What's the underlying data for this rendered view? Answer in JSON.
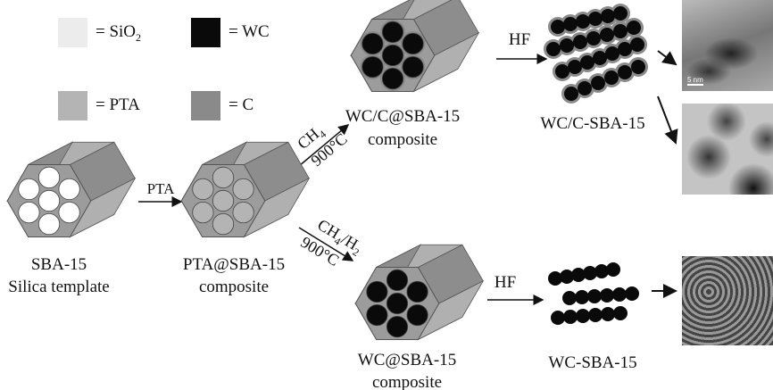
{
  "legend": [
    {
      "label": "= SiO",
      "sub": "2",
      "color": "#ececec"
    },
    {
      "label": "= WC",
      "sub": "",
      "color": "#0a0a0a"
    },
    {
      "label": "= PTA",
      "sub": "",
      "color": "#b4b4b4"
    },
    {
      "label": "= C",
      "sub": "",
      "color": "#8a8a8a"
    }
  ],
  "steps": {
    "pta_arrow": "PTA",
    "ch4": {
      "main": "CH",
      "sub": "4",
      "temp": "900°C"
    },
    "ch4h2": {
      "main": "CH",
      "sub1": "4",
      "mid": "/H",
      "sub2": "2",
      "temp": "900°C"
    },
    "hf_top": "HF",
    "hf_bottom": "HF"
  },
  "materials": {
    "sba15": {
      "line1": "SBA-15",
      "line2": "Silica template"
    },
    "pta_sba15": {
      "line1": "PTA@SBA-15",
      "line2": "composite"
    },
    "wcc_sba15": {
      "line1": "WC/C@SBA-15",
      "line2": "composite"
    },
    "wcc_product": {
      "line1": "WC/C-SBA-15"
    },
    "wc_sba15": {
      "line1": "WC@SBA-15",
      "line2": "composite"
    },
    "wc_product": {
      "line1": "WC-SBA-15"
    }
  },
  "tem_images": [
    {
      "scale": "5 nm"
    },
    {
      "scale": ""
    },
    {
      "scale": ""
    }
  ]
}
